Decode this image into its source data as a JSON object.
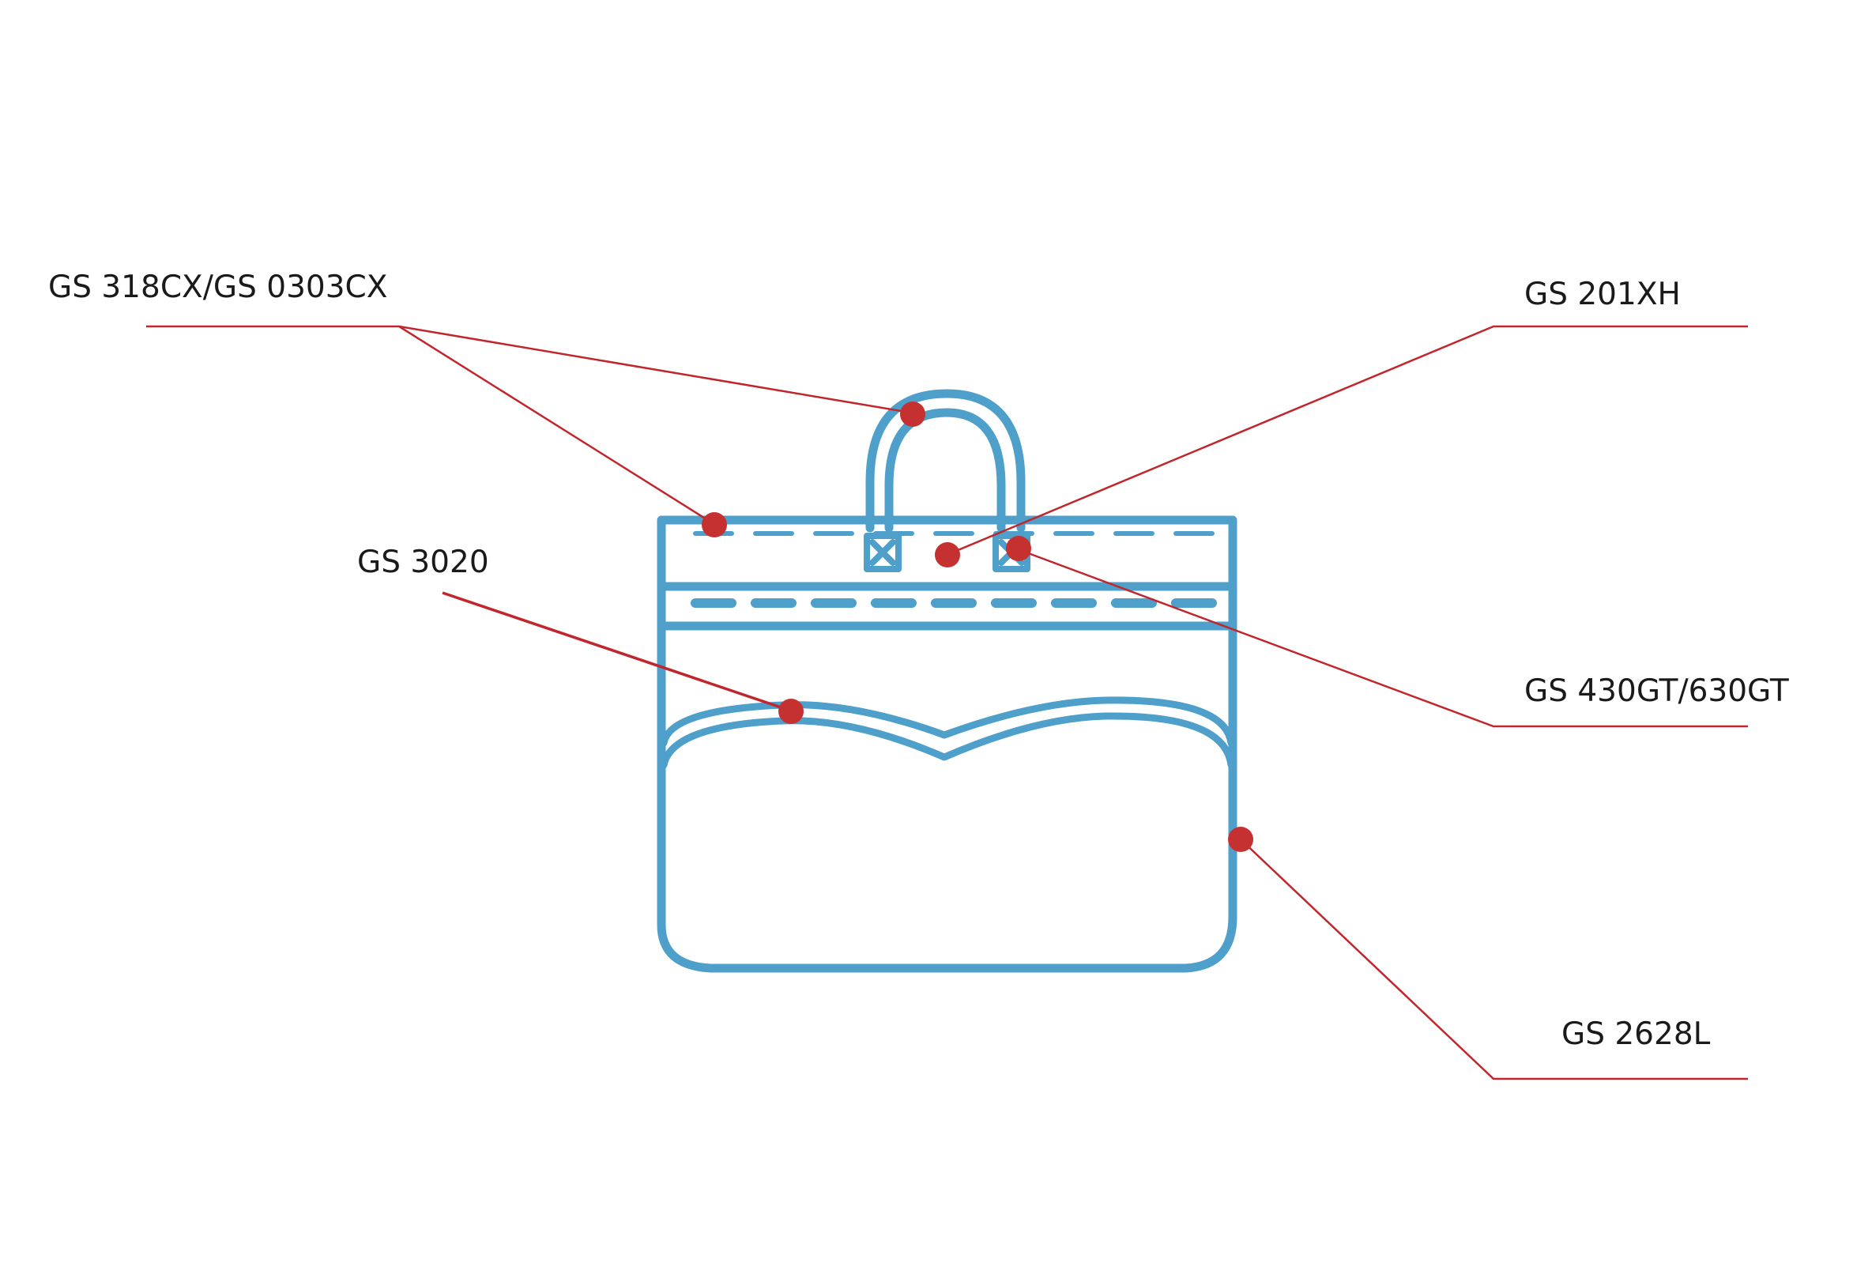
{
  "colors": {
    "bag_outline": "#4f9fcb",
    "callout_line": "#c0262b",
    "callout_dot": "#c53030",
    "label_text": "#1a1a1a",
    "background": "#ffffff"
  },
  "callouts": [
    {
      "id": "c1",
      "label": "GS 318CX/GS 0303CX",
      "part": "handle and top rim"
    },
    {
      "id": "c2",
      "label": "GS 201XH",
      "part": "top band"
    },
    {
      "id": "c3",
      "label": "GS 3020",
      "part": "front pocket edge"
    },
    {
      "id": "c4",
      "label": "GS 430GT/630GT",
      "part": "handle tab"
    },
    {
      "id": "c5",
      "label": "GS 2628L",
      "part": "side seam"
    }
  ]
}
